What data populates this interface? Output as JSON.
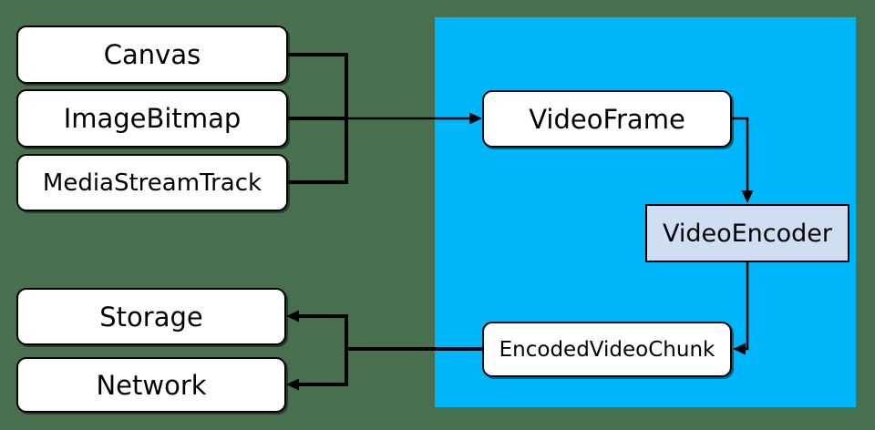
{
  "colors": {
    "background": "#48704e",
    "webcodecs_panel": "#00b6fa",
    "node_fill": "#ffffff",
    "encoder_fill": "#cfdef2",
    "wire": "#000000"
  },
  "nodes": {
    "canvas": {
      "label": "Canvas"
    },
    "image_bitmap": {
      "label": "ImageBitmap"
    },
    "media_stream_track": {
      "label": "MediaStreamTrack"
    },
    "video_frame": {
      "label": "VideoFrame"
    },
    "video_encoder": {
      "label": "VideoEncoder"
    },
    "encoded_video_chunk": {
      "label": "EncodedVideoChunk"
    },
    "storage": {
      "label": "Storage"
    },
    "network": {
      "label": "Network"
    }
  },
  "edges": [
    {
      "from": "Canvas",
      "to": "VideoFrame"
    },
    {
      "from": "ImageBitmap",
      "to": "VideoFrame"
    },
    {
      "from": "MediaStreamTrack",
      "to": "VideoFrame"
    },
    {
      "from": "VideoFrame",
      "to": "VideoEncoder"
    },
    {
      "from": "VideoEncoder",
      "to": "EncodedVideoChunk"
    },
    {
      "from": "EncodedVideoChunk",
      "to": "Storage"
    },
    {
      "from": "EncodedVideoChunk",
      "to": "Network"
    }
  ]
}
